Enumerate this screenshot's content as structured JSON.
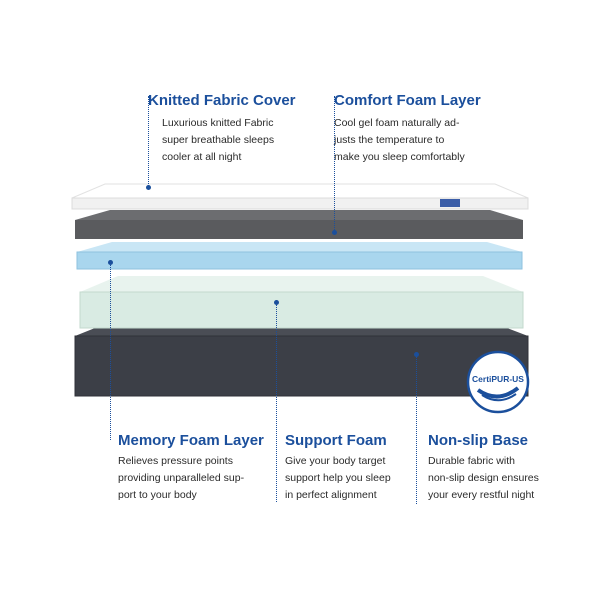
{
  "callouts_top": [
    {
      "title": "Knitted Fabric Cover",
      "lines": [
        "Luxurious knitted Fabric",
        "super breathable sleeps",
        "cooler at all night"
      ]
    },
    {
      "title": "Comfort Foam Layer",
      "lines": [
        "Cool gel foam naturally ad-",
        "justs the temperature to",
        "make you sleep comfortably"
      ]
    }
  ],
  "callouts_bottom": [
    {
      "title": "Memory Foam Layer",
      "lines": [
        "Relieves pressure points",
        "providing unparalleled sup-",
        "port to your body"
      ]
    },
    {
      "title": "Support Foam",
      "lines": [
        "Give your body target",
        "support help you sleep",
        "in perfect alignment"
      ]
    },
    {
      "title": "Non-slip Base",
      "lines": [
        "Durable fabric with",
        "non-slip design ensures",
        "your every restful night"
      ]
    }
  ],
  "badge": {
    "text": "CertiPUR-US"
  },
  "colors": {
    "accent": "#1b4f9c",
    "cover": "#f4f4f4",
    "comfort": "#5a5b5e",
    "memory": "#a9d6ee",
    "support": "#d9ebe3",
    "base": "#3c3f47"
  }
}
